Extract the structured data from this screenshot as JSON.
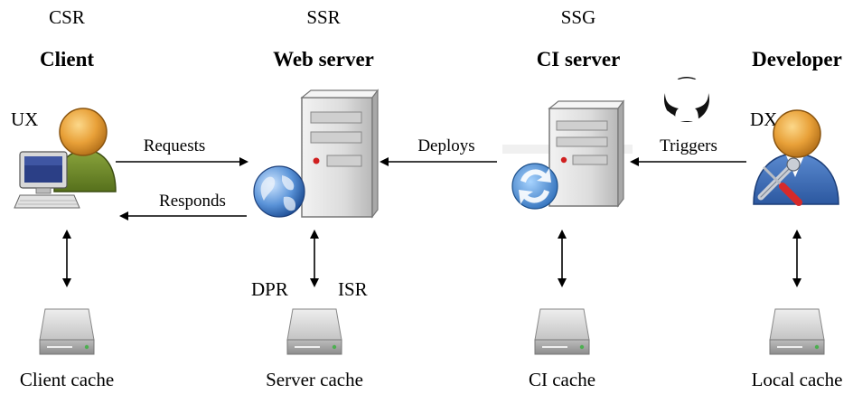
{
  "columns": [
    {
      "mode": "CSR",
      "title": "Client",
      "cache": "Client cache"
    },
    {
      "mode": "SSR",
      "title": "Web server",
      "cache": "Server cache"
    },
    {
      "mode": "SSG",
      "title": "CI server",
      "cache": "CI cache"
    },
    {
      "mode": "",
      "title": "Developer",
      "cache": "Local cache"
    }
  ],
  "side_labels": {
    "ux": "UX",
    "dx": "DX",
    "dpr": "DPR",
    "isr": "ISR"
  },
  "arrows": {
    "requests": "Requests",
    "responds": "Responds",
    "deploys": "Deploys",
    "triggers": "Triggers"
  },
  "icons": {
    "client": "user-computer-icon",
    "web_server": "server-globe-icon",
    "ci_server": "server-refresh-icon",
    "developer": "user-tools-icon",
    "trigger_source": "github-icon",
    "cache": "hard-drive-icon"
  }
}
